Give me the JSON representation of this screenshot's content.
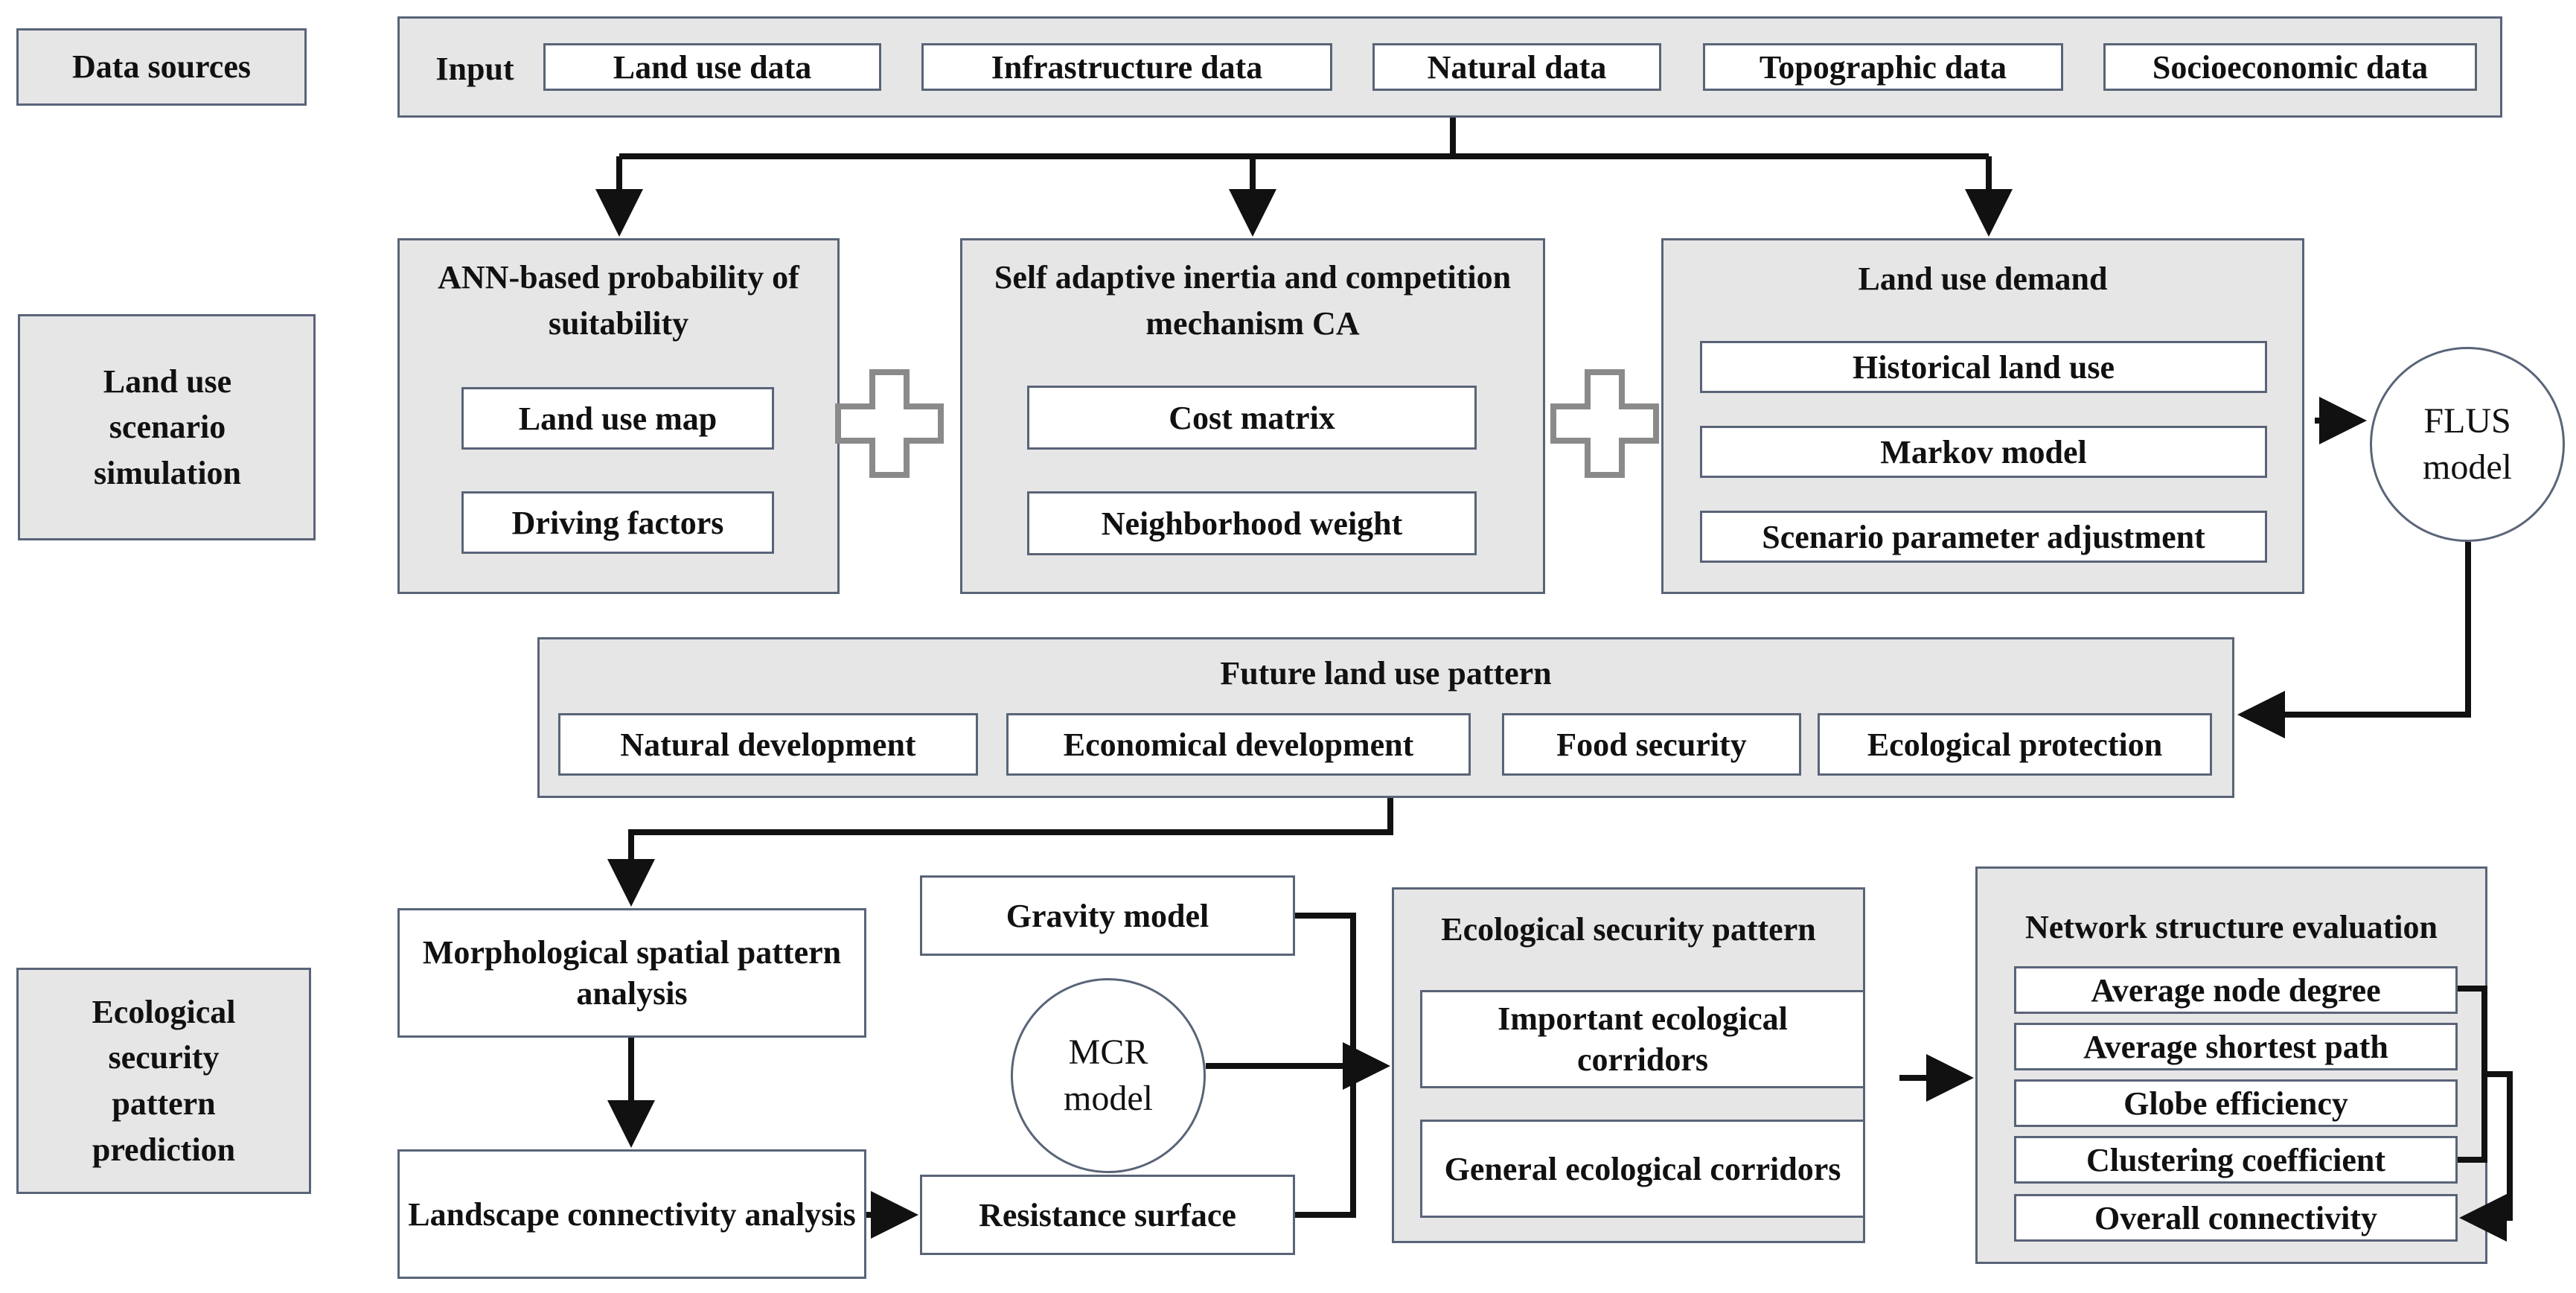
{
  "stages": {
    "data_sources": "Data sources",
    "land_use_simulation": "Land use scenario simulation",
    "ecological_prediction": "Ecological security pattern prediction"
  },
  "input": {
    "label": "Input",
    "items": [
      "Land use data",
      "Infrastructure data",
      "Natural data",
      "Topographic data",
      "Socioeconomic data"
    ]
  },
  "ann": {
    "title": "ANN-based probability of suitability",
    "items": [
      "Land use map",
      "Driving factors"
    ]
  },
  "ca": {
    "title": "Self adaptive inertia and competition mechanism CA",
    "items": [
      "Cost matrix",
      "Neighborhood weight"
    ]
  },
  "demand": {
    "title": "Land use demand",
    "items": [
      "Historical land use",
      "Markov model",
      "Scenario parameter adjustment"
    ]
  },
  "flus": {
    "label": "FLUS model"
  },
  "future": {
    "title": "Future land use pattern",
    "items": [
      "Natural development",
      "Economical development",
      "Food security",
      "Ecological protection"
    ]
  },
  "mspa": "Morphological spatial pattern analysis",
  "landscape": "Landscape connectivity analysis",
  "gravity": "Gravity model",
  "mcr": "MCR model",
  "resistance": "Resistance surface",
  "esp": {
    "title": "Ecological security pattern",
    "items": [
      "Important ecological corridors",
      "General ecological corridors"
    ]
  },
  "network": {
    "title": "Network structure evaluation",
    "items": [
      "Average node degree",
      "Average shortest path",
      "Globe efficiency",
      "Clustering  coefficient",
      "Overall connectivity"
    ]
  },
  "colors": {
    "box_fill": "#e6e6e6",
    "border": "#5a6478",
    "arrow": "#111111",
    "plus": "#8a8a8a"
  }
}
